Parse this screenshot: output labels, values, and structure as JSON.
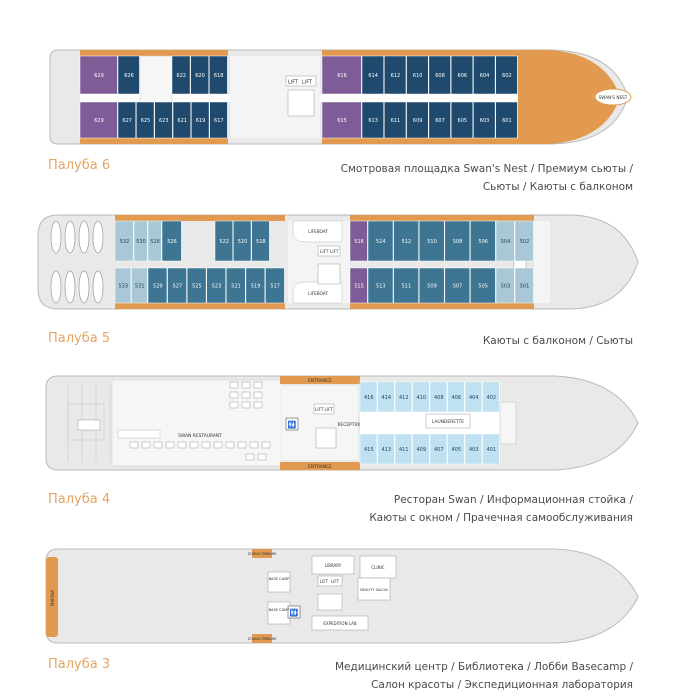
{
  "colors": {
    "hull": "#e9e9e9",
    "hull_stroke": "#b9b9b9",
    "navy": "#1f4a6e",
    "teal": "#3e7592",
    "lightblue": "#a9c7d6",
    "skyblue": "#bfe1f2",
    "purple": "#7d5c97",
    "orange": "#e19a4f",
    "corridor": "#ffffff",
    "title": "#e3a561",
    "text": "#4a4a4a"
  },
  "decks": [
    {
      "title": "Палуба 6",
      "lines": [
        "Смотровая площадка Swan's Nest / Премиум сьюты /",
        "Сьюты / Каюты с балконом"
      ],
      "cabins_top": [
        "629",
        "626",
        "622",
        "620",
        "618",
        "616",
        "614",
        "612",
        "610",
        "608",
        "606",
        "604",
        "602"
      ],
      "cabins_bottom": [
        "629",
        "627",
        "625",
        "623",
        "621",
        "619",
        "617",
        "615",
        "613",
        "611",
        "609",
        "607",
        "605",
        "603",
        "601"
      ],
      "labels": {
        "nest": "SWAN'S NEST",
        "lift1": "LIFT",
        "lift2": "LIFT"
      }
    },
    {
      "title": "Палуба 5",
      "lines": [
        "Каюты с балконом / Сьюты"
      ],
      "cabins_top": [
        "532",
        "530",
        "528",
        "526",
        "522",
        "520",
        "518",
        "516",
        "514",
        "512",
        "510",
        "508",
        "506",
        "504",
        "502"
      ],
      "cabins_bottom": [
        "533",
        "531",
        "529",
        "527",
        "525",
        "523",
        "521",
        "519",
        "517",
        "515",
        "513",
        "511",
        "509",
        "507",
        "505",
        "503",
        "501"
      ],
      "labels": {
        "lifeboat1": "LIFEBOAT",
        "lifeboat2": "LIFEBOAT",
        "lift1": "LIFT",
        "lift2": "LIFT"
      }
    },
    {
      "title": "Палуба 4",
      "lines": [
        "Ресторан Swan / Информационная стойка /",
        "Каюты с окном / Прачечная самообслуживания"
      ],
      "cabins_top": [
        "416",
        "414",
        "412",
        "410",
        "408",
        "406",
        "404",
        "402"
      ],
      "cabins_bottom": [
        "415",
        "413",
        "411",
        "409",
        "407",
        "405",
        "403",
        "401"
      ],
      "labels": {
        "restaurant": "SWAN RESTAURANT",
        "entrance1": "ENTRANCE",
        "entrance2": "ENTRANCE",
        "reception": "RECEPTION",
        "launderette": "LAUNDERETTE",
        "lift1": "LIFT",
        "lift2": "LIFT"
      }
    },
    {
      "title": "Палуба 3",
      "lines": [
        "Медицинский центр / Библиотека / Лобби Basecamp /",
        "Салон красоты / Экспедиционная лаборатория"
      ],
      "labels": {
        "zodiac1": "ZODIAC EMBARK",
        "zodiac2": "ZODIAC EMBARK",
        "library": "LIBRARY",
        "clinic": "CLINIC",
        "base1": "BASE CAMP",
        "base2": "BASE CAMP",
        "beauty": "BEAUTY SALON",
        "lab": "EXPEDITION LAB",
        "stern": "MARINA",
        "lift1": "LIFT",
        "lift2": "LIFT"
      }
    }
  ]
}
